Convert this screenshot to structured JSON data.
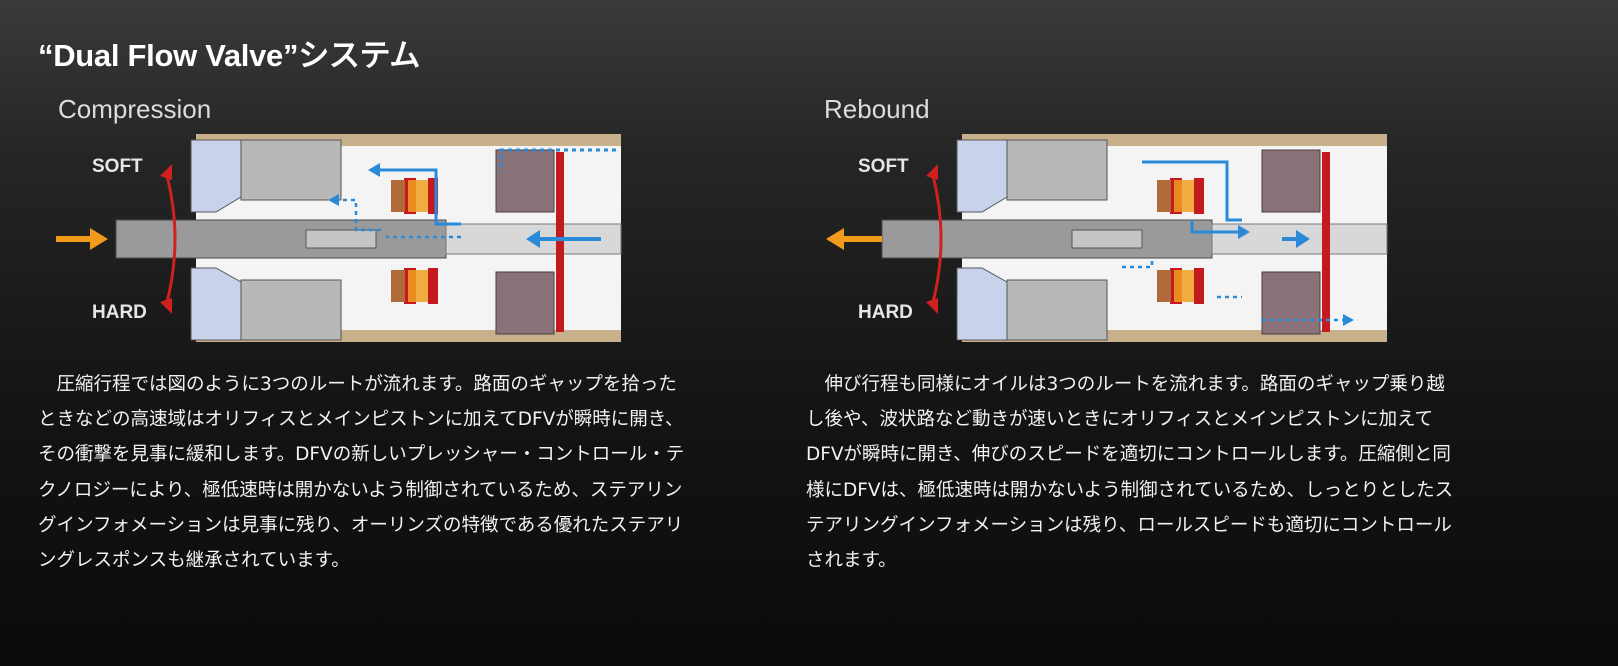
{
  "page": {
    "title": "“Dual Flow Valve”システム"
  },
  "compression": {
    "label": "Compression",
    "soft_label": "SOFT",
    "hard_label": "HARD",
    "description": "　圧縮行程では図のように3つのルートが流れます。路面のギャップを拾ったときなどの高速域はオリフィスとメインピストンに加えてDFVが瞬時に開き、その衝撃を見事に緩和します。DFVの新しいプレッシャー・コントロール・テクノロジーにより、極低速時は開かないよう制御されているため、ステアリングインフォメーションは見事に残り、オーリンズの特徴である優れたステアリングレスポンスも継承されています。"
  },
  "rebound": {
    "label": "Rebound",
    "soft_label": "SOFT",
    "hard_label": "HARD",
    "description": "　伸び行程も同様にオイルは3つのルートを流れます。路面のギャップ乗り越し後や、波状路など動きが速いときにオリフィスとメインピストンに加えてDFVが瞬時に開き、伸びのスピードを適切にコントロールします。圧縮側と同様にDFVは、極低速時は開かないよう制御されているため、しっとりとしたステアリングインフォメーションは残り、ロールスピードも適切にコントロールされます。"
  },
  "colors": {
    "orange_arrow": "#f29a1a",
    "flow_blue": "#2a8ad8",
    "valve_red": "#c41a1f",
    "adjuster_red": "#d02020",
    "housing_blue": "#c8d2ea",
    "piston_mauve": "#8a7378"
  }
}
